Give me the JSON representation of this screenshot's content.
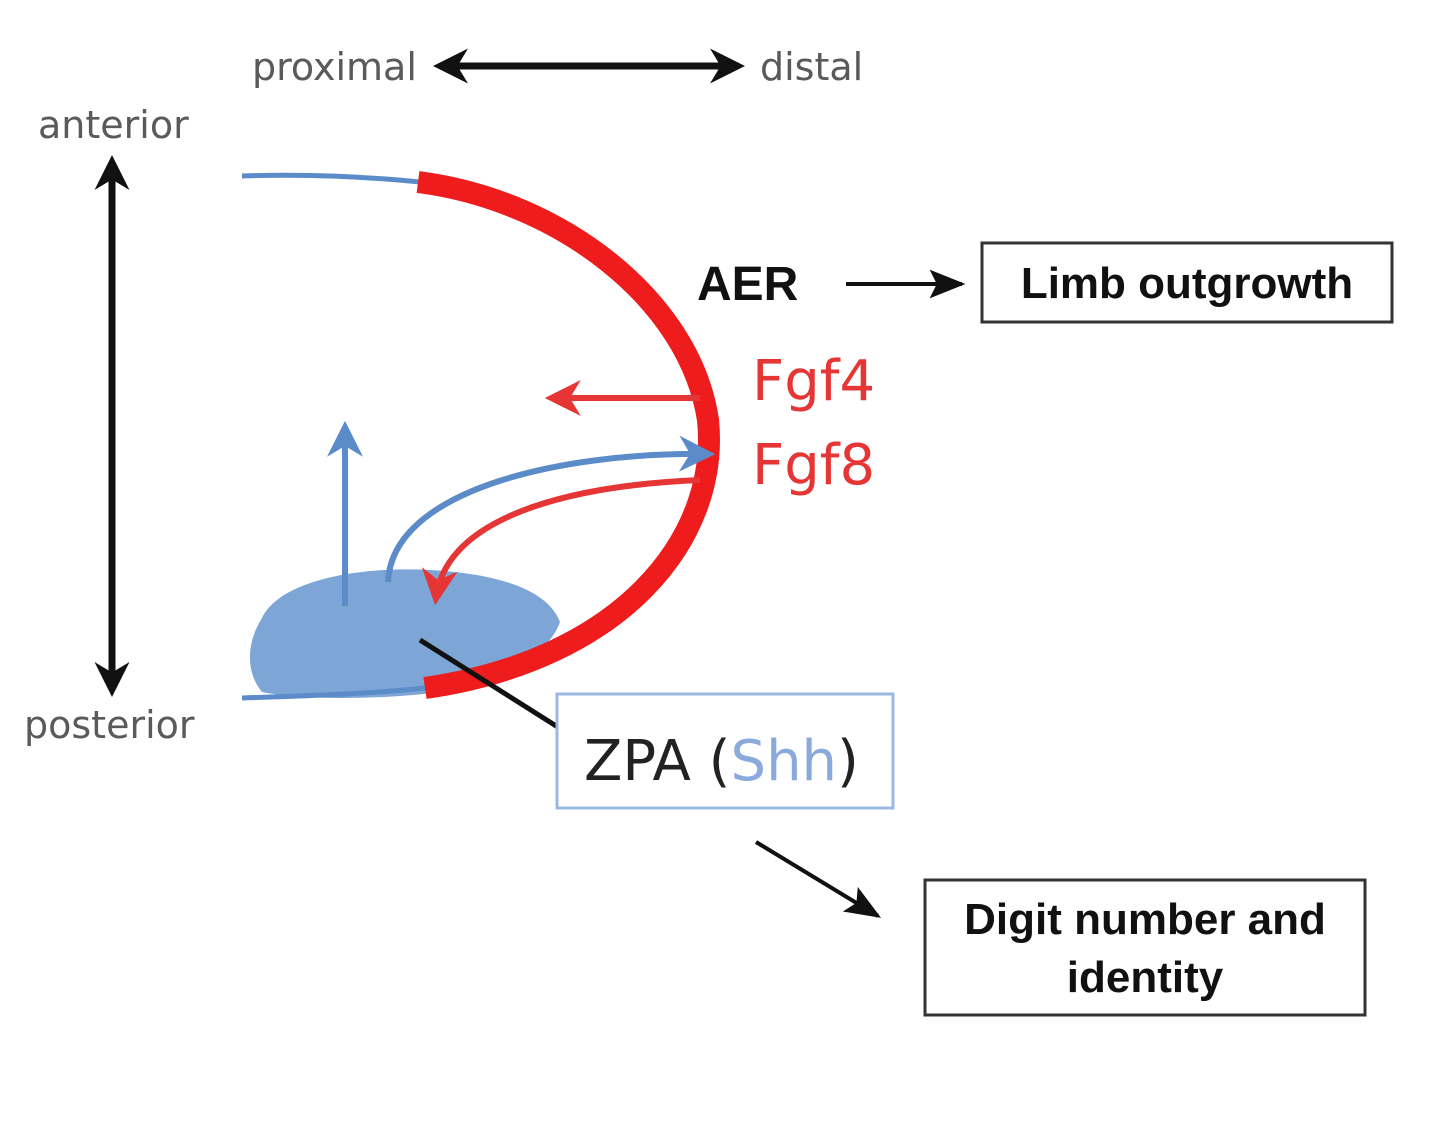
{
  "axes": {
    "proximal": "proximal",
    "distal": "distal",
    "anterior": "anterior",
    "posterior": "posterior"
  },
  "aer": {
    "label": "AER",
    "effect": "Limb outgrowth"
  },
  "genes": {
    "fgf4": "Fgf4",
    "fgf8": "Fgf8"
  },
  "zpa": {
    "prefix": "ZPA (",
    "gene": "Shh",
    "suffix": ")",
    "effect_line1": "Digit number and",
    "effect_line2": "identity"
  },
  "colors": {
    "aer_red": "#ee1c1c",
    "zpa_blue": "#6f9bd2",
    "arrow_blue": "#5b8cc9",
    "shh_blue": "#8aa9dd",
    "black": "#111111"
  }
}
